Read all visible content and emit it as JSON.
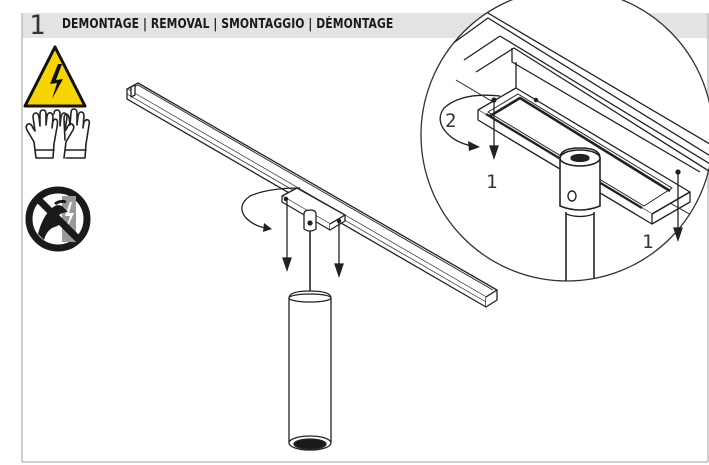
{
  "step": {
    "number": "1",
    "title": "DEMONTAGE | REMOVAL | SMONTAGGIO | DÉMONTAGE"
  },
  "callouts": {
    "rotate_step": "2",
    "pull_left": "1",
    "pull_right": "1"
  },
  "icons": [
    "electrical-hazard-icon",
    "protective-gloves-icon",
    "do-not-touch-live-icon"
  ],
  "colors": {
    "warning_yellow": "#f6d500",
    "header_gray": "#e3e3e3",
    "prohibition_black": "#1a1a1a",
    "line": "#222222"
  }
}
